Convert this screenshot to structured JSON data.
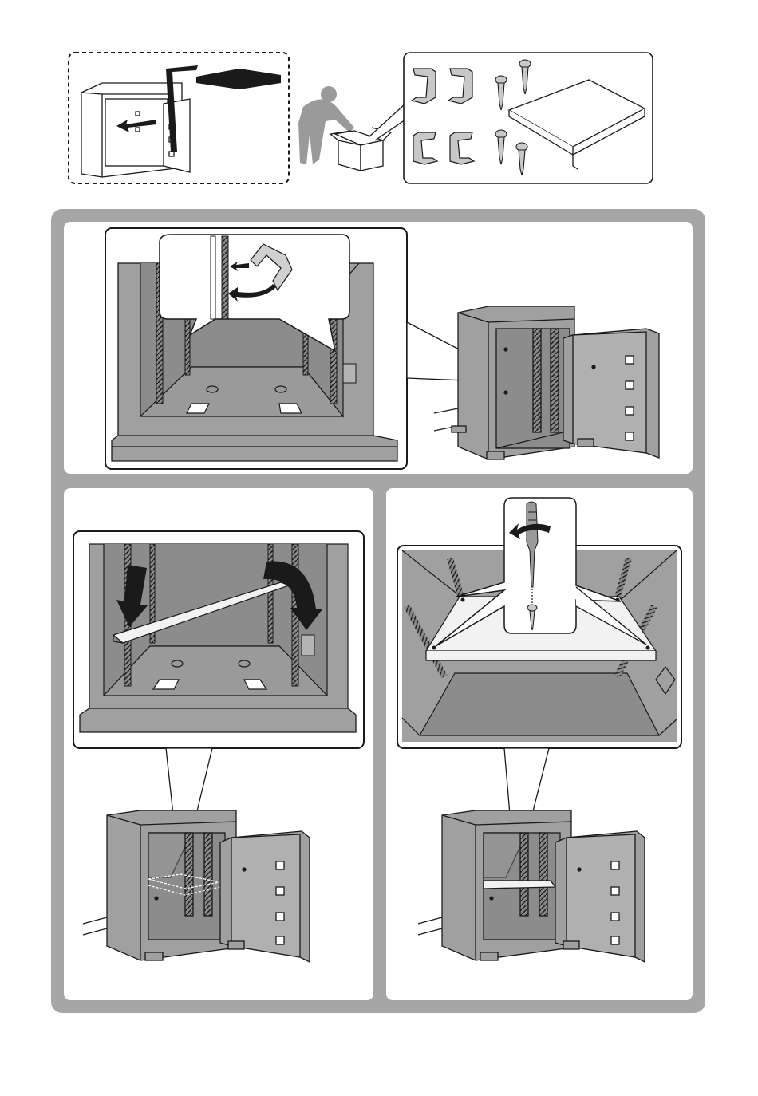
{
  "page": {
    "background": "#ffffff",
    "frame_color": "#a6a6a6",
    "safe_fill": "#a0a0a0",
    "safe_interior": "#8c8c8c",
    "line_color": "#1a1a1a",
    "shelf_fill": "#f2f2f2"
  },
  "steps": [
    {
      "id": "unpack-accessories",
      "icon": "person-unpacking-box-icon"
    },
    {
      "id": "attach-brackets",
      "icon": "bracket-icon"
    },
    {
      "id": "place-shelf",
      "icon": "shelf-icon"
    },
    {
      "id": "screw-shelf",
      "icon": "screwdriver-icon"
    }
  ],
  "parts": [
    {
      "name": "bracket-left-icon"
    },
    {
      "name": "bracket-right-icon"
    },
    {
      "name": "screw-icon"
    },
    {
      "name": "shelf-icon"
    }
  ]
}
